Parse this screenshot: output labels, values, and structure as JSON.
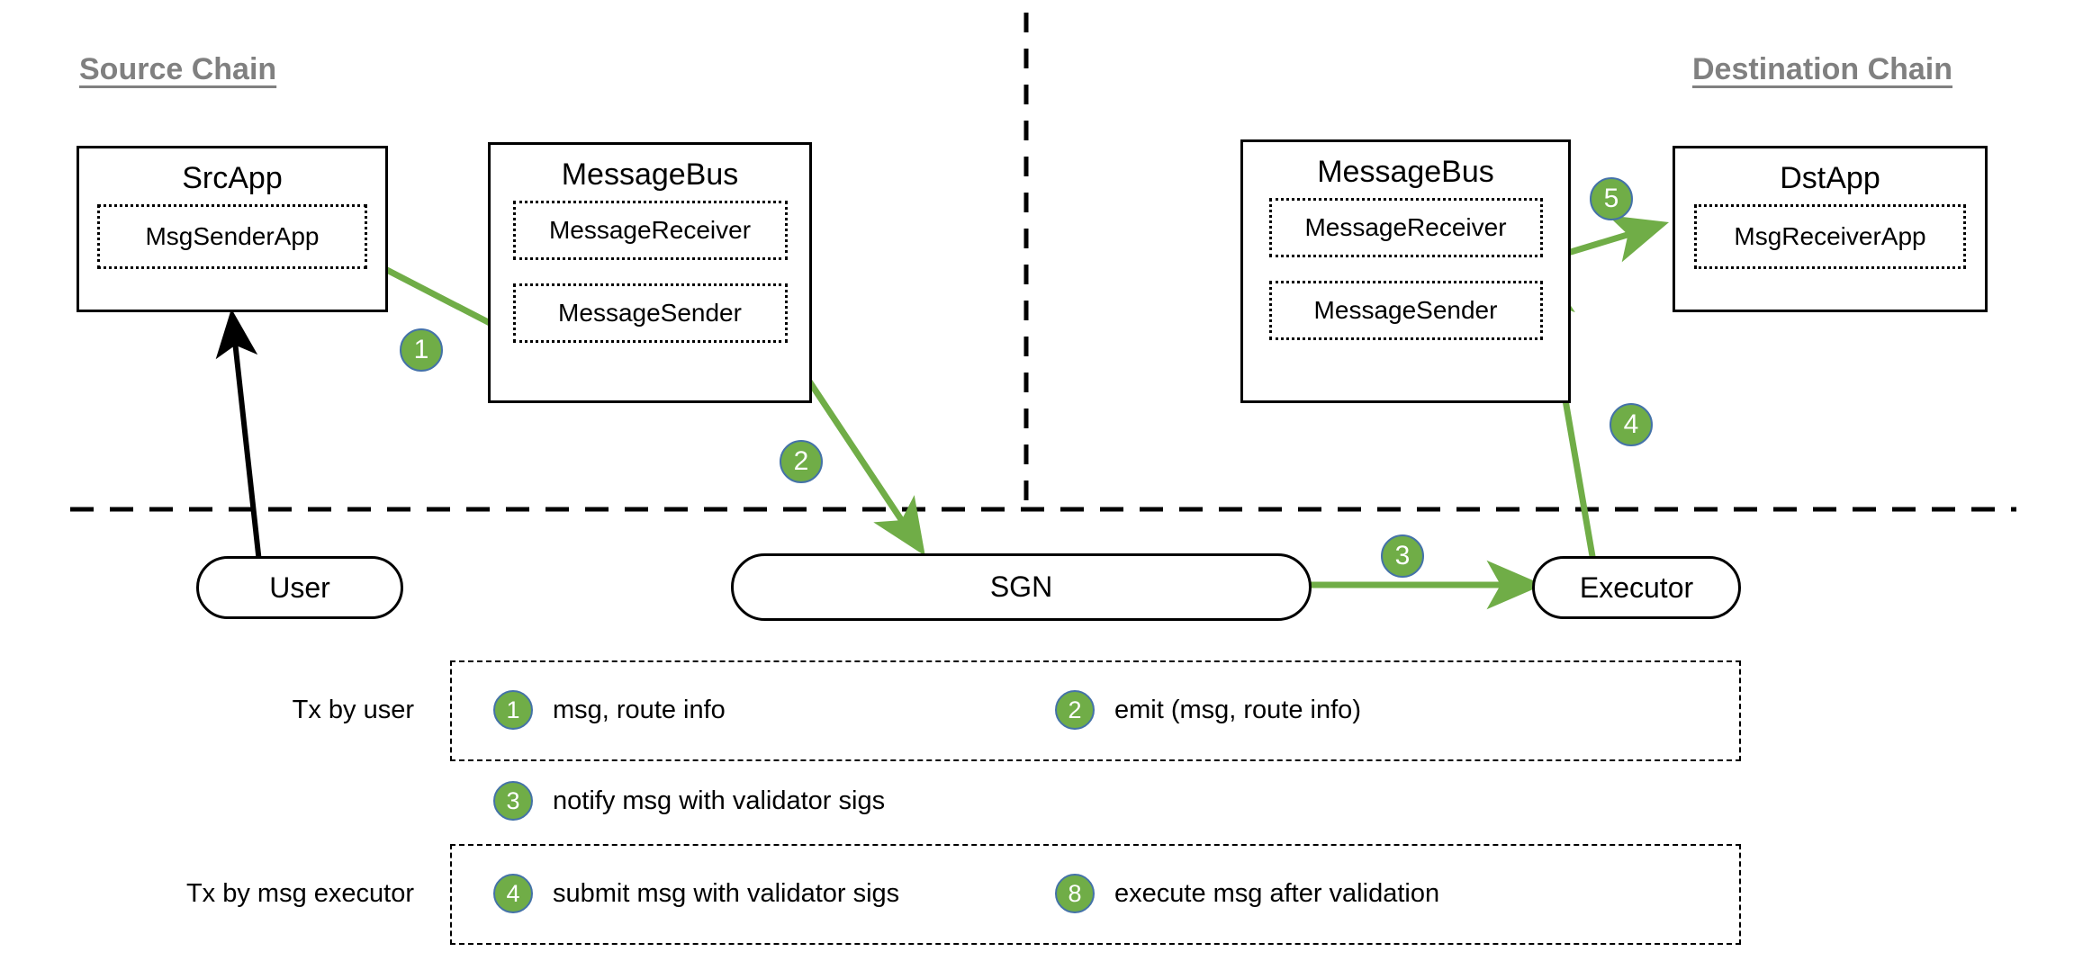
{
  "chains": {
    "source_label": "Source Chain",
    "destination_label": "Destination Chain"
  },
  "nodes": {
    "src_app": {
      "title": "SrcApp",
      "sub": [
        "MsgSenderApp"
      ]
    },
    "src_message_bus": {
      "title": "MessageBus",
      "sub": [
        "MessageReceiver",
        "MessageSender"
      ]
    },
    "dst_message_bus": {
      "title": "MessageBus",
      "sub": [
        "MessageReceiver",
        "MessageSender"
      ]
    },
    "dst_app": {
      "title": "DstApp",
      "sub": [
        "MsgReceiverApp"
      ]
    },
    "user": {
      "label": "User"
    },
    "sgn": {
      "label": "SGN"
    },
    "executor": {
      "label": "Executor"
    }
  },
  "flow_badges": {
    "step1": "1",
    "step2": "2",
    "step3": "3",
    "step4": "4",
    "step5": "5"
  },
  "legend": {
    "row1_label": "Tx by user",
    "row3_label": "Tx by msg executor",
    "items": [
      {
        "num": "1",
        "text": "msg, route info"
      },
      {
        "num": "2",
        "text": "emit (msg, route info)"
      },
      {
        "num": "3",
        "text": "notify msg with validator sigs"
      },
      {
        "num": "4",
        "text": "submit msg with validator sigs"
      },
      {
        "num": "8",
        "text": "execute msg after validation"
      }
    ]
  },
  "colors": {
    "flow_green": "#70AD47",
    "badge_border": "#4472A8",
    "chain_title_gray": "#808080",
    "stroke_black": "#000000"
  }
}
